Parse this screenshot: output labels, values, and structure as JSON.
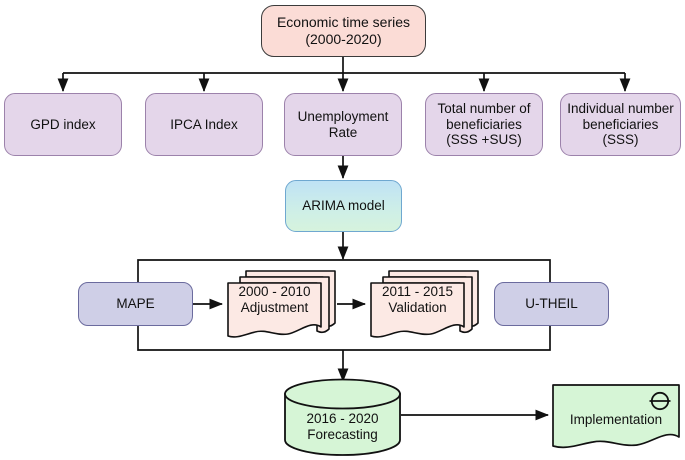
{
  "diagram": {
    "title_node": {
      "label": "Economic time series\n(2000-2020)"
    },
    "sources": [
      {
        "label": "GPD index"
      },
      {
        "label": "IPCA Index"
      },
      {
        "label": "Unemployment\nRate"
      },
      {
        "label": "Total number of\nbeneficiaries\n(SSS +SUS)"
      },
      {
        "label": "Individual number\nbeneficiaries\n(SSS)"
      }
    ],
    "model": {
      "label": "ARIMA model"
    },
    "metrics": {
      "left": {
        "label": "MAPE"
      },
      "right": {
        "label": "U-THEIL"
      }
    },
    "stages": [
      {
        "label": "2000 - 2010\nAdjustment"
      },
      {
        "label": "2011 - 2015\nValidation"
      }
    ],
    "datastore": {
      "label": "2016 - 2020\nForecasting"
    },
    "output": {
      "label": "Implementation",
      "icon": "circle-line-icon"
    },
    "colors": {
      "pink_top": "#fbdcd6",
      "purple": "#e4d6ea",
      "lavender": "#cfcfe7",
      "document_pink": "#fce9e4",
      "green": "#d6f5d6",
      "arima_blue": "#bfe2f5",
      "arima_green": "#d6f3dd",
      "stroke": "#1a1a1a"
    }
  }
}
